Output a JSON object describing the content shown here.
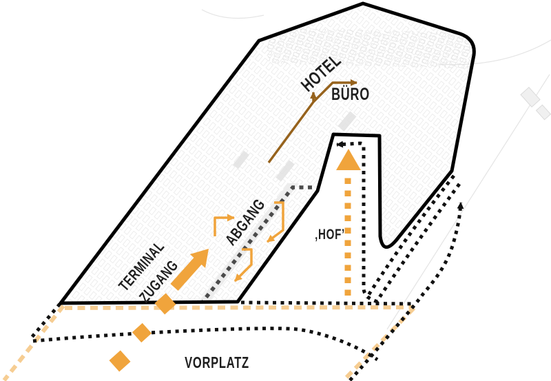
{
  "diagram": {
    "labels": {
      "hotel": "HOTEL",
      "buero": "BÜRO",
      "abgang": "ABGANG",
      "terminal": "TERMINAL",
      "zugang": "ZUGANG",
      "hof": "‚HOF’",
      "vorplatz": "VORPLATZ"
    },
    "colors": {
      "orange": "#F0A43C",
      "pale_orange": "#F6CD92",
      "brown": "#96621C",
      "outline": "#000000",
      "dash_black": "#111111",
      "dash_gray": "#4B4B4B",
      "text": "#1F1F1F",
      "plan": "#CFCFCF"
    }
  }
}
